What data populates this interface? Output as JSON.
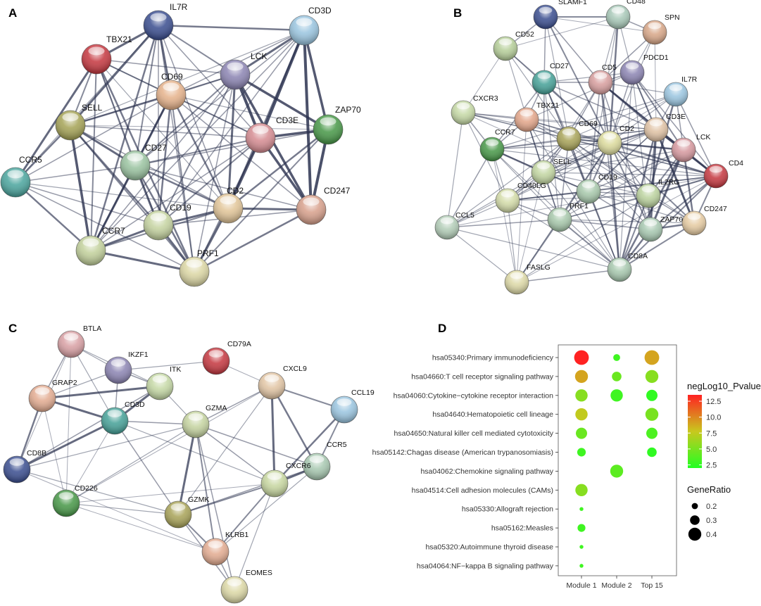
{
  "panels": {
    "a": {
      "letter": "A"
    },
    "b": {
      "letter": "B"
    },
    "c": {
      "letter": "C"
    },
    "d": {
      "letter": "D"
    }
  },
  "network_a": {
    "nodes": [
      {
        "id": "IL7R",
        "label": "IL7R",
        "color": "#3f5292"
      },
      {
        "id": "CD3D",
        "label": "CD3D",
        "color": "#9cc6e0"
      },
      {
        "id": "TBX21",
        "label": "TBX21",
        "color": "#c63c44"
      },
      {
        "id": "LCK",
        "label": "LCK",
        "color": "#8e87b4"
      },
      {
        "id": "CD69",
        "label": "CD69",
        "color": "#e6b48e"
      },
      {
        "id": "ZAP70",
        "label": "ZAP70",
        "color": "#4c9a4c"
      },
      {
        "id": "SELL",
        "label": "SELL",
        "color": "#a7a55a"
      },
      {
        "id": "CD3E",
        "label": "CD3E",
        "color": "#d68e94"
      },
      {
        "id": "CD27",
        "label": "CD27",
        "color": "#9cc4a2"
      },
      {
        "id": "CCR5",
        "label": "CCR5",
        "color": "#4fa7a0"
      },
      {
        "id": "CD247",
        "label": "CD247",
        "color": "#d8a28e"
      },
      {
        "id": "CD2",
        "label": "CD2",
        "color": "#e2c69a"
      },
      {
        "id": "CD19",
        "label": "CD19",
        "color": "#c6d4a2"
      },
      {
        "id": "CCR7",
        "label": "CCR7",
        "color": "#c3d19d"
      },
      {
        "id": "PRF1",
        "label": "PRF1",
        "color": "#dcd7a6"
      }
    ]
  },
  "network_b": {
    "nodes": [
      {
        "id": "SLAMF1",
        "label": "SLAMF1",
        "color": "#3f5292"
      },
      {
        "id": "CD48",
        "label": "CD48",
        "color": "#a9c9b9"
      },
      {
        "id": "SPN",
        "label": "SPN",
        "color": "#d8a88a"
      },
      {
        "id": "CD52",
        "label": "CD52",
        "color": "#b7cf9b"
      },
      {
        "id": "PDCD1",
        "label": "PDCD1",
        "color": "#8e87b4"
      },
      {
        "id": "CD27",
        "label": "CD27",
        "color": "#4aa39a"
      },
      {
        "id": "CD5",
        "label": "CD5",
        "color": "#d8a0a0"
      },
      {
        "id": "IL7R",
        "label": "IL7R",
        "color": "#9cc6e0"
      },
      {
        "id": "CXCR3",
        "label": "CXCR3",
        "color": "#c6d9a7"
      },
      {
        "id": "TBX21",
        "label": "TBX21",
        "color": "#e3a78c"
      },
      {
        "id": "CD3E",
        "label": "CD3E",
        "color": "#e0c3a6"
      },
      {
        "id": "CCR7",
        "label": "CCR7",
        "color": "#4c9a4c"
      },
      {
        "id": "CD69",
        "label": "CD69",
        "color": "#aaa55c"
      },
      {
        "id": "CD2",
        "label": "CD2",
        "color": "#dcdb9e"
      },
      {
        "id": "LCK",
        "label": "LCK",
        "color": "#d69aa0"
      },
      {
        "id": "SELL",
        "label": "SELL",
        "color": "#c3d6a3"
      },
      {
        "id": "CD4",
        "label": "CD4",
        "color": "#c63c44"
      },
      {
        "id": "CD40LG",
        "label": "CD40LG",
        "color": "#d4dcaa"
      },
      {
        "id": "CD19",
        "label": "CD19",
        "color": "#a9c9ad"
      },
      {
        "id": "IL2RG",
        "label": "IL2RG",
        "color": "#bcd3a0"
      },
      {
        "id": "CCL5",
        "label": "CCL5",
        "color": "#b3cdb8"
      },
      {
        "id": "PRF1",
        "label": "PRF1",
        "color": "#a9c9ad"
      },
      {
        "id": "CD247",
        "label": "CD247",
        "color": "#e6cca4"
      },
      {
        "id": "ZAP70",
        "label": "ZAP70",
        "color": "#a9c9b2"
      },
      {
        "id": "CD8A",
        "label": "CD8A",
        "color": "#a9c9b0"
      },
      {
        "id": "FASLG",
        "label": "FASLG",
        "color": "#ddd9a8"
      }
    ]
  },
  "network_c": {
    "nodes": [
      {
        "id": "BTLA",
        "label": "BTLA",
        "color": "#d9a2a6"
      },
      {
        "id": "CD79A",
        "label": "CD79A",
        "color": "#c63c44"
      },
      {
        "id": "IKZF1",
        "label": "IKZF1",
        "color": "#8e87b4"
      },
      {
        "id": "ITK",
        "label": "ITK",
        "color": "#c6d9a7"
      },
      {
        "id": "CXCL9",
        "label": "CXCL9",
        "color": "#e2c6a6"
      },
      {
        "id": "GRAP2",
        "label": "GRAP2",
        "color": "#e3ad93"
      },
      {
        "id": "CCL19",
        "label": "CCL19",
        "color": "#9cc6e0"
      },
      {
        "id": "CD3D",
        "label": "CD3D",
        "color": "#4aa39a"
      },
      {
        "id": "GZMA",
        "label": "GZMA",
        "color": "#c6d4a2"
      },
      {
        "id": "CD8B",
        "label": "CD8B",
        "color": "#3f5292"
      },
      {
        "id": "CCR5",
        "label": "CCR5",
        "color": "#a9c9b2"
      },
      {
        "id": "CXCR6",
        "label": "CXCR6",
        "color": "#c8d7a2"
      },
      {
        "id": "CD226",
        "label": "CD226",
        "color": "#4c9a4c"
      },
      {
        "id": "GZMK",
        "label": "GZMK",
        "color": "#aaa55c"
      },
      {
        "id": "KLRB1",
        "label": "KLRB1",
        "color": "#e3ad93"
      },
      {
        "id": "EOMES",
        "label": "EOMES",
        "color": "#ddd9a8"
      }
    ]
  },
  "chart_data": {
    "type": "scatter",
    "categories_x": [
      "Module 1",
      "Module 2",
      "Top 15"
    ],
    "categories_y": [
      "hsa05340:Primary immunodeficiency",
      "hsa04660:T cell receptor signaling pathway",
      "hsa04060:Cytokine−cytokine receptor interaction",
      "hsa04640:Hematopoietic cell lineage",
      "hsa04650:Natural killer cell mediated cytotoxicity",
      "hsa05142:Chagas disease (American trypanosomiasis)",
      "hsa04062:Chemokine signaling pathway",
      "hsa04514:Cell adhesion molecules (CAMs)",
      "hsa05330:Allograft rejection",
      "hsa05162:Measles",
      "hsa05320:Autoimmune thyroid disease",
      "hsa04064:NF−kappa B signaling pathway"
    ],
    "points": [
      {
        "x": "Module 1",
        "y": "hsa05340:Primary immunodeficiency",
        "gene_ratio": 0.45,
        "neglog10_pvalue": 13.5
      },
      {
        "x": "Module 2",
        "y": "hsa05340:Primary immunodeficiency",
        "gene_ratio": 0.22,
        "neglog10_pvalue": 3.0
      },
      {
        "x": "Top 15",
        "y": "hsa05340:Primary immunodeficiency",
        "gene_ratio": 0.45,
        "neglog10_pvalue": 9.0
      },
      {
        "x": "Module 1",
        "y": "hsa04660:T cell receptor signaling pathway",
        "gene_ratio": 0.4,
        "neglog10_pvalue": 9.0
      },
      {
        "x": "Module 2",
        "y": "hsa04660:T cell receptor signaling pathway",
        "gene_ratio": 0.3,
        "neglog10_pvalue": 4.5
      },
      {
        "x": "Top 15",
        "y": "hsa04660:T cell receptor signaling pathway",
        "gene_ratio": 0.4,
        "neglog10_pvalue": 5.5
      },
      {
        "x": "Module 1",
        "y": "hsa04060:Cytokine−cytokine receptor interaction",
        "gene_ratio": 0.38,
        "neglog10_pvalue": 5.5
      },
      {
        "x": "Module 2",
        "y": "hsa04060:Cytokine−cytokine receptor interaction",
        "gene_ratio": 0.38,
        "neglog10_pvalue": 3.0
      },
      {
        "x": "Top 15",
        "y": "hsa04060:Cytokine−cytokine receptor interaction",
        "gene_ratio": 0.35,
        "neglog10_pvalue": 2.5
      },
      {
        "x": "Module 1",
        "y": "hsa04640:Hematopoietic cell lineage",
        "gene_ratio": 0.38,
        "neglog10_pvalue": 7.5
      },
      {
        "x": "Top 15",
        "y": "hsa04640:Hematopoietic cell lineage",
        "gene_ratio": 0.4,
        "neglog10_pvalue": 5.0
      },
      {
        "x": "Module 1",
        "y": "hsa04650:Natural killer cell mediated cytotoxicity",
        "gene_ratio": 0.35,
        "neglog10_pvalue": 4.5
      },
      {
        "x": "Top 15",
        "y": "hsa04650:Natural killer cell mediated cytotoxicity",
        "gene_ratio": 0.35,
        "neglog10_pvalue": 3.5
      },
      {
        "x": "Module 1",
        "y": "hsa05142:Chagas disease (American trypanosomiasis)",
        "gene_ratio": 0.27,
        "neglog10_pvalue": 3.0
      },
      {
        "x": "Top 15",
        "y": "hsa05142:Chagas disease (American trypanosomiasis)",
        "gene_ratio": 0.3,
        "neglog10_pvalue": 2.5
      },
      {
        "x": "Module 2",
        "y": "hsa04062:Chemokine signaling pathway",
        "gene_ratio": 0.4,
        "neglog10_pvalue": 4.0
      },
      {
        "x": "Module 1",
        "y": "hsa04514:Cell adhesion molecules (CAMs)",
        "gene_ratio": 0.38,
        "neglog10_pvalue": 5.5
      },
      {
        "x": "Module 1",
        "y": "hsa05330:Allograft rejection",
        "gene_ratio": 0.13,
        "neglog10_pvalue": 3.0
      },
      {
        "x": "Module 1",
        "y": "hsa05162:Measles",
        "gene_ratio": 0.25,
        "neglog10_pvalue": 3.0
      },
      {
        "x": "Module 1",
        "y": "hsa05320:Autoimmune thyroid disease",
        "gene_ratio": 0.13,
        "neglog10_pvalue": 3.0
      },
      {
        "x": "Module 1",
        "y": "hsa04064:NF−kappa B signaling pathway",
        "gene_ratio": 0.13,
        "neglog10_pvalue": 3.0
      }
    ],
    "color_legend": {
      "title": "negLog10_Pvalue",
      "ticks": [
        "12.5",
        "10.0",
        "7.5",
        "5.0",
        "2.5"
      ],
      "low_color": "#22ff22",
      "high_color": "#ff2222"
    },
    "size_legend": {
      "title": "GeneRatio",
      "labels": [
        "0.2",
        "0.3",
        "0.4"
      ]
    }
  }
}
